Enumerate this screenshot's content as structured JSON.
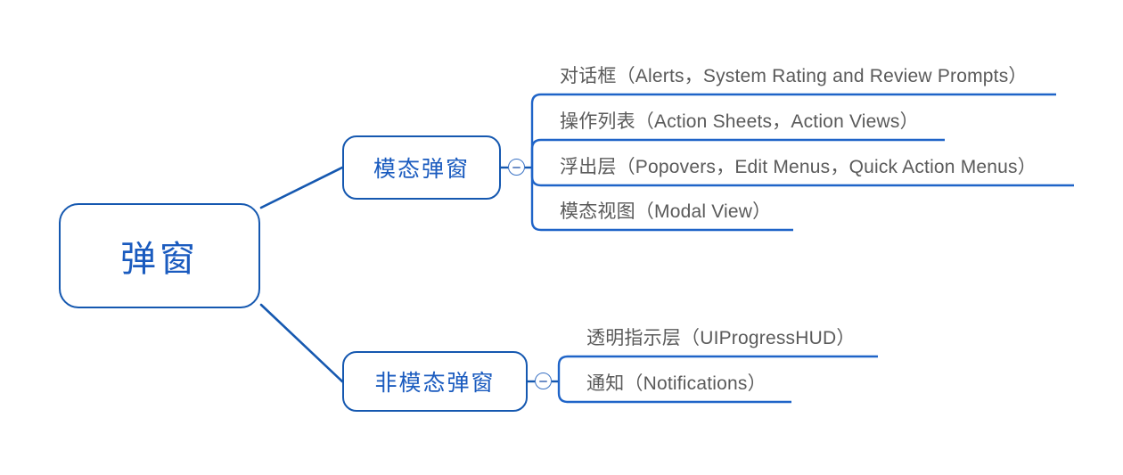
{
  "diagram": {
    "type": "mind-map",
    "title": "弹窗",
    "colors": {
      "node_stroke": "#1558b0",
      "node_text": "#1a5bbf",
      "leaf_text": "#5a5a5a",
      "connector": "#1558b0",
      "underline": "#1f64c8",
      "background": "#ffffff"
    },
    "root": {
      "label": "弹窗"
    },
    "branches": [
      {
        "id": "modal",
        "label": "模态弹窗",
        "toggle": "collapse-minus-icon",
        "children": [
          {
            "label": "对话框（Alerts，System Rating and Review Prompts）"
          },
          {
            "label": "操作列表（Action Sheets，Action Views）"
          },
          {
            "label": "浮出层（Popovers，Edit Menus，Quick Action Menus）"
          },
          {
            "label": "模态视图（Modal View）"
          }
        ]
      },
      {
        "id": "nonmodal",
        "label": "非模态弹窗",
        "toggle": "collapse-minus-icon",
        "children": [
          {
            "label": "透明指示层（UIProgressHUD）"
          },
          {
            "label": "通知（Notifications）"
          }
        ]
      }
    ]
  }
}
